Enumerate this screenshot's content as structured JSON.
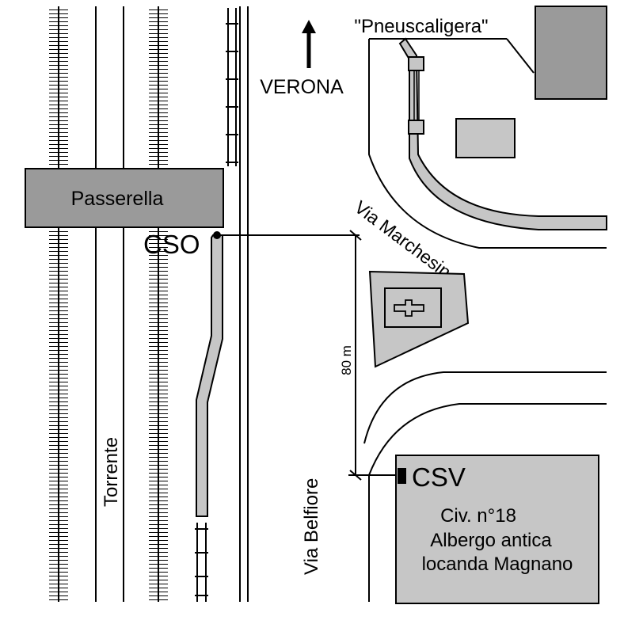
{
  "labels": {
    "north_arrow": "VERONA",
    "footbridge": "Passerella",
    "station_o": "CSO",
    "street_marchesino": "Via Marchesino",
    "company": "\"Pneuscaligera\"",
    "distance": "80 m",
    "station_v": "CSV",
    "building_number": "Civ. n°18",
    "building_name_line1": "Albergo antica",
    "building_name_line2": "locanda Magnano",
    "river": "Torrente",
    "street_belfiore": "Via Belfiore"
  },
  "colors": {
    "fill_gray": "#c6c6c6",
    "fill_dark_gray": "#9a9a9a",
    "ink": "#000000",
    "background": "#ffffff"
  },
  "icons": {
    "north": "arrow-up",
    "cross": "latin-cross"
  }
}
